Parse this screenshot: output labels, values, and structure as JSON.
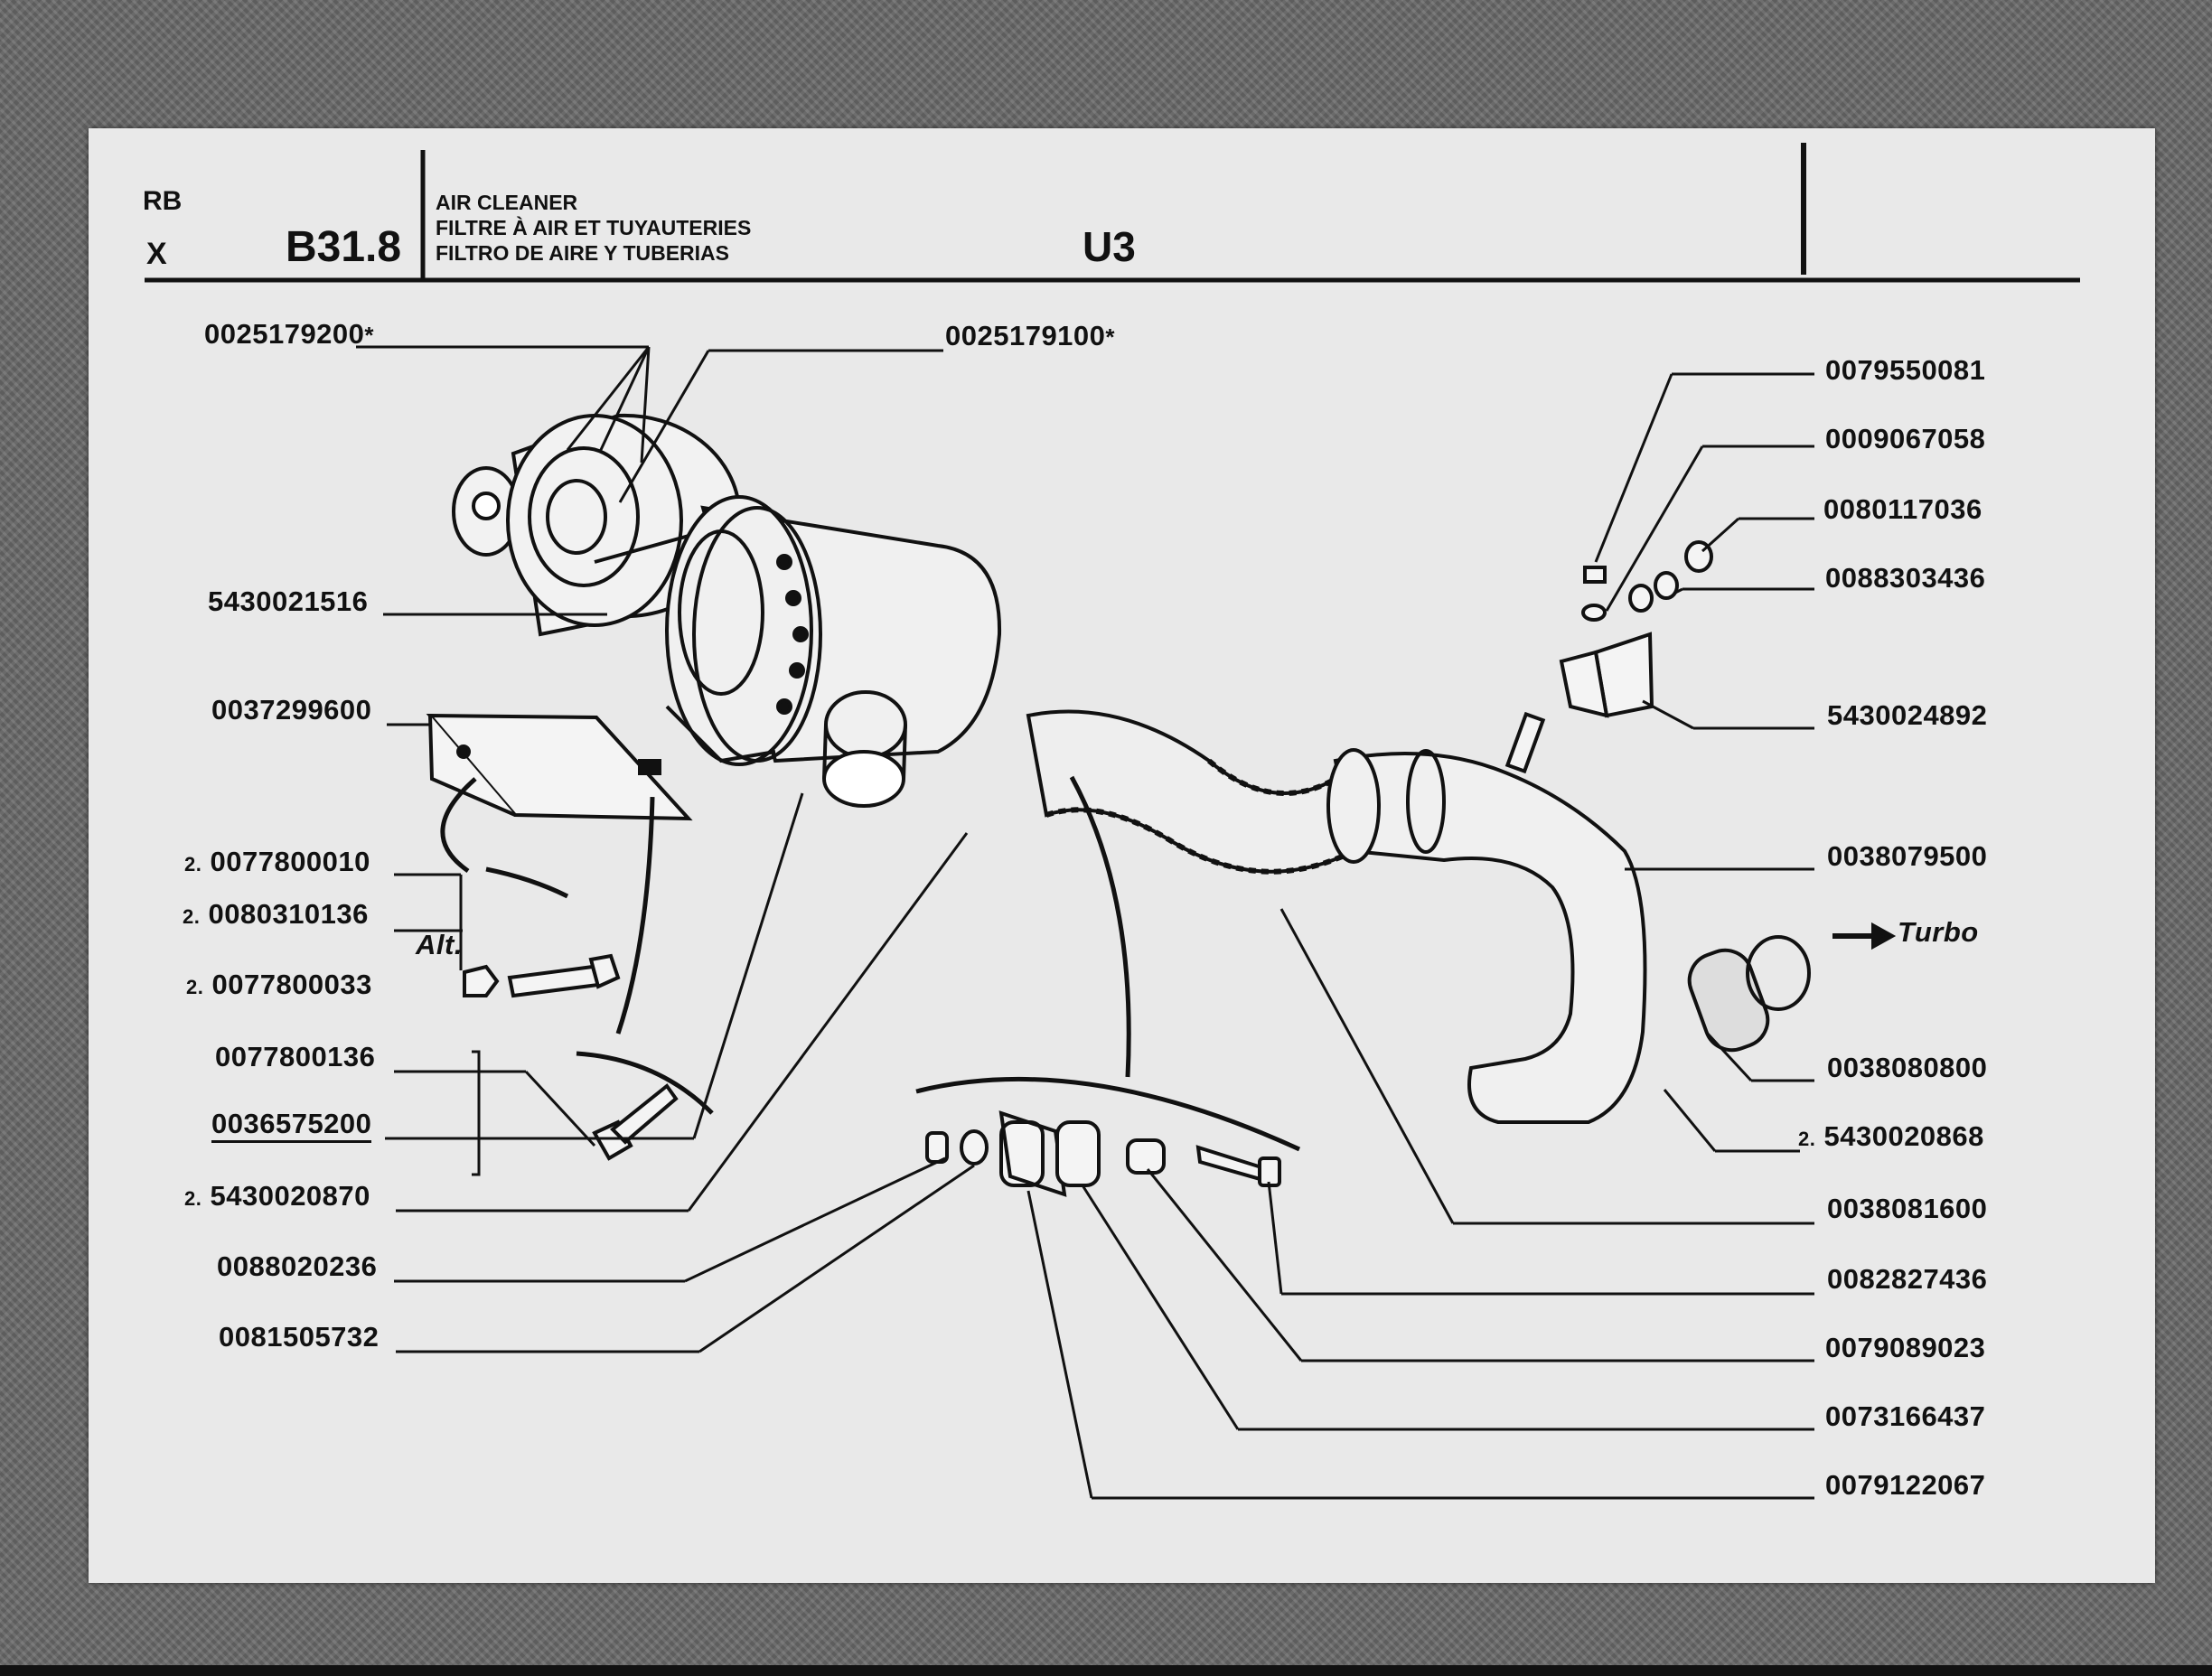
{
  "header": {
    "code_top": "RB",
    "code_bottom": "X",
    "group": "B31.8",
    "title_lines": [
      "AIR CLEANER",
      "FILTRE À AIR ET TUYAUTERIES",
      "FILTRO DE AIRE Y TUBERIAS"
    ],
    "model": "U3"
  },
  "labels": {
    "p0025179200": "0025179200",
    "p0025179100": "0025179100",
    "p5430021516": "5430021516",
    "p0037299600": "0037299600",
    "p0077800010": "0077800010",
    "p0080310136": "0080310136",
    "p0077800033": "0077800033",
    "p0077800136": "0077800136",
    "p0036575200": "0036575200",
    "p5430020870": "5430020870",
    "p0088020236": "0088020236",
    "p0081505732": "0081505732",
    "p0079550081": "0079550081",
    "p0009067058": "0009067058",
    "p0080117036": "0080117036",
    "p0088303436": "0088303436",
    "p5430024892": "5430024892",
    "p0038079500": "0038079500",
    "p0038080800": "0038080800",
    "p5430020868": "5430020868",
    "p0038081600": "0038081600",
    "p0082827436": "0082827436",
    "p0079089023": "0079089023",
    "p0073166437": "0073166437",
    "p0079122067": "0079122067"
  },
  "qty_prefix": "2.",
  "star": "*",
  "alt_label": "Alt.",
  "turbo_label": "Turbo"
}
